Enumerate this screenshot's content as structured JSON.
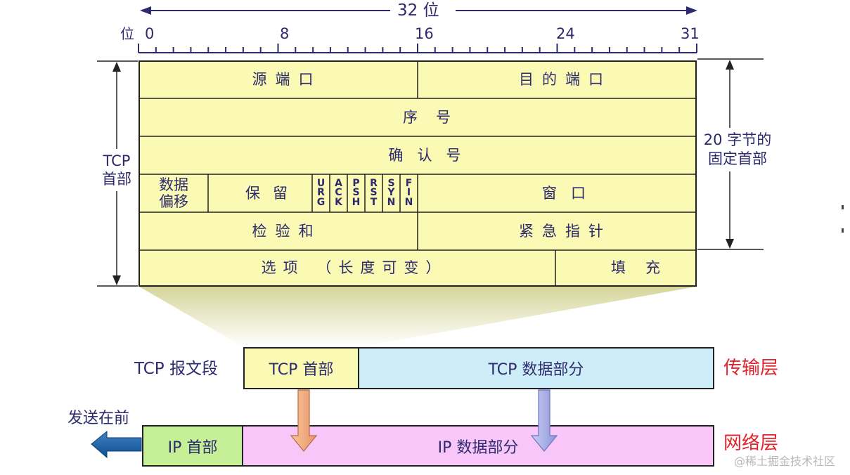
{
  "header": {
    "bits_label": "32 位",
    "bit_unit": "位",
    "ticks": [
      "0",
      "8",
      "16",
      "24",
      "31"
    ]
  },
  "side_labels": {
    "tcp_header": "TCP\n首部",
    "fixed_20": "20 字节的\n固定首部"
  },
  "fields": {
    "src_port": "源端口",
    "dst_port": "目的端口",
    "seq": "序号",
    "ack_num": "确认号",
    "data_offset": "数据\n偏移",
    "reserved": "保留",
    "flags": [
      "URG",
      "ACK",
      "PSH",
      "RST",
      "SYN",
      "FIN"
    ],
    "window": "窗口",
    "checksum": "检验和",
    "urgent_ptr": "紧急指针",
    "options": "选项 （长度可变）",
    "padding": "填充"
  },
  "segment": {
    "label": "TCP 报文段",
    "header": "TCP 首部",
    "data": "TCP 数据部分",
    "layer": "传输层"
  },
  "packet": {
    "send_first": "发送在前",
    "header": "IP 首部",
    "data": "IP 数据部分",
    "layer": "网络层"
  },
  "watermark": "@稀土掘金技术社区",
  "colors": {
    "header_fill": "#fafab4",
    "tcp_data_fill": "#cdeef9",
    "ip_header_fill": "#c6f098",
    "ip_data_fill": "#f8c6f8",
    "text": "#2d2a6e",
    "layer_text": "#e0242b"
  }
}
